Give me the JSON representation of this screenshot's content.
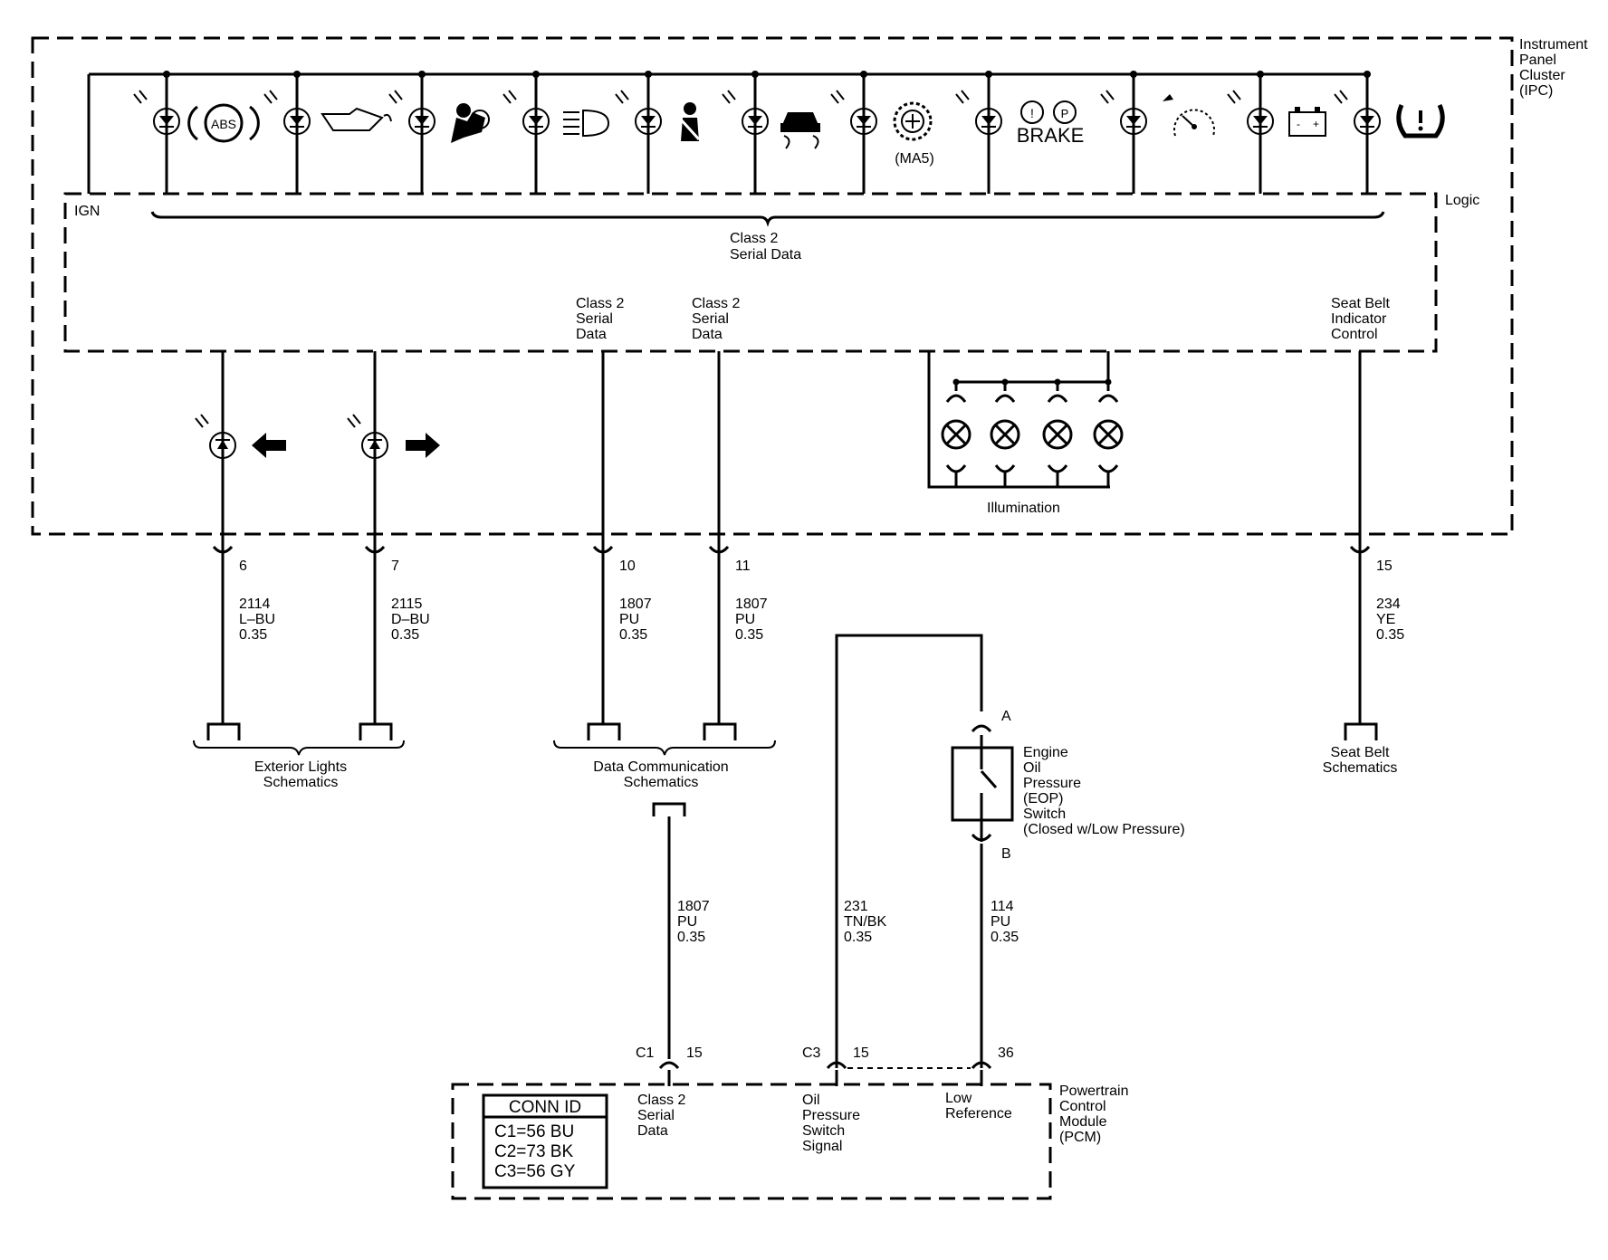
{
  "ipc": {
    "label_lines": [
      "Instrument",
      "Panel",
      "Cluster",
      "(IPC)"
    ],
    "logic_label": "Logic",
    "ign_label": "IGN",
    "class2_bus_lines": [
      "Class 2",
      "Serial Data"
    ],
    "class2_a_lines": [
      "Class 2",
      "Serial",
      "Data"
    ],
    "class2_b_lines": [
      "Class 2",
      "Serial",
      "Data"
    ],
    "seatbelt_ctrl_lines": [
      "Seat Belt",
      "Indicator",
      "Control"
    ],
    "illumination_label": "Illumination",
    "indicator_icons": [
      "abs-icon",
      "oil-can-icon",
      "airbag-icon",
      "headlamp-icon",
      "seatbelt-icon",
      "traction-icon",
      "service-engine-icon",
      "brake-icon",
      "speedometer-icon",
      "battery-icon",
      "tire-pressure-icon"
    ],
    "abs_text": "ABS",
    "ma5_text": "(MA5)",
    "brake_text": "BRAKE"
  },
  "circuits": [
    {
      "pin": "6",
      "number": "2114",
      "color": "L–BU",
      "gauge": "0.35"
    },
    {
      "pin": "7",
      "number": "2115",
      "color": "D–BU",
      "gauge": "0.35"
    },
    {
      "pin": "10",
      "number": "1807",
      "color": "PU",
      "gauge": "0.35"
    },
    {
      "pin": "11",
      "number": "1807",
      "color": "PU",
      "gauge": "0.35"
    },
    {
      "pin": "15",
      "number": "234",
      "color": "YE",
      "gauge": "0.35"
    }
  ],
  "schematics": {
    "exterior_lines": [
      "Exterior Lights",
      "Schematics"
    ],
    "datacomm_lines": [
      "Data Communication",
      "Schematics"
    ],
    "seatbelt_lines": [
      "Seat Belt",
      "Schematics"
    ]
  },
  "lower_circuits": {
    "class2": {
      "number": "1807",
      "color": "PU",
      "gauge": "0.35"
    },
    "oil_signal": {
      "number": "231",
      "color": "TN/BK",
      "gauge": "0.35"
    },
    "low_ref": {
      "number": "114",
      "color": "PU",
      "gauge": "0.35"
    }
  },
  "eop_switch": {
    "pin_a": "A",
    "pin_b": "B",
    "label_lines": [
      "Engine",
      "Oil",
      "Pressure",
      "(EOP)",
      "Switch",
      "(Closed w/Low Pressure)"
    ]
  },
  "pcm": {
    "label_lines": [
      "Powertrain",
      "Control",
      "Module",
      "(PCM)"
    ],
    "c1_label": "C1",
    "c1_pin": "15",
    "c3_label": "C3",
    "c3_pin_a": "15",
    "c3_pin_b": "36",
    "class2_lines": [
      "Class 2",
      "Serial",
      "Data"
    ],
    "oil_lines": [
      "Oil",
      "Pressure",
      "Switch",
      "Signal"
    ],
    "lowref_lines": [
      "Low",
      "Reference"
    ],
    "conn_id_title": "CONN ID",
    "conn_rows": [
      "C1=56 BU",
      "C2=73 BK",
      "C3=56 GY"
    ]
  }
}
